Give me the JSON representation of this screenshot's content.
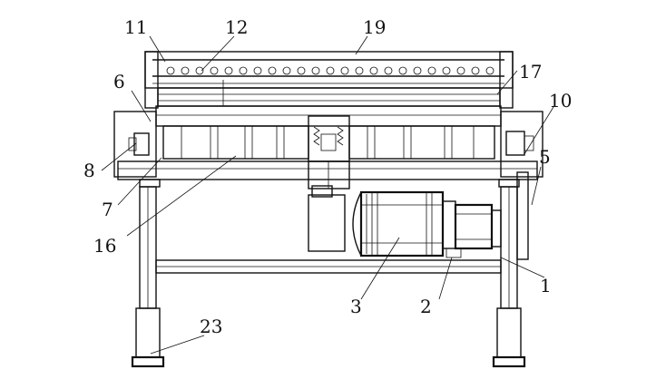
{
  "drawing": {
    "labels": {
      "l1": "1",
      "l2": "2",
      "l3": "3",
      "l5": "5",
      "l6": "6",
      "l7": "7",
      "l8": "8",
      "l10": "10",
      "l11": "11",
      "l12": "12",
      "l16": "16",
      "l17": "17",
      "l19": "19",
      "l23": "23"
    }
  }
}
